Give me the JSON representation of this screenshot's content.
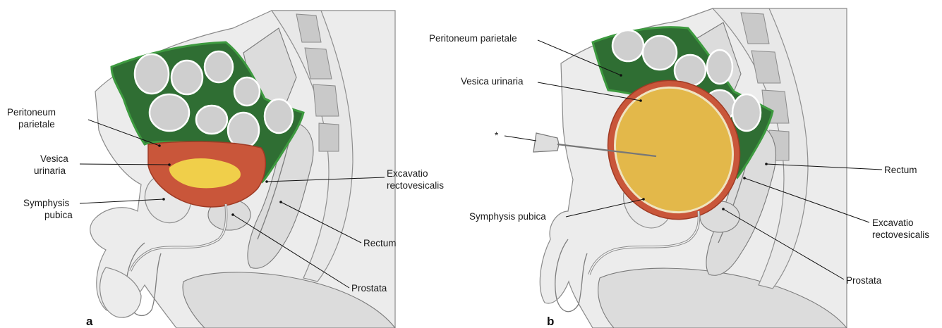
{
  "panels": [
    {
      "letter": "a",
      "labels": {
        "peritoneum_line1": "Peritoneum",
        "peritoneum_line2": "parietale",
        "vesica_line1": "Vesica",
        "vesica_line2": "urinaria",
        "symphysis_line1": "Symphysis",
        "symphysis_line2": "pubica",
        "excavatio_line1": "Excavatio",
        "excavatio_line2": "rectovesicalis",
        "rectum": "Rectum",
        "prostata": "Prostata"
      }
    },
    {
      "letter": "b",
      "labels": {
        "peritoneum": "Peritoneum parietale",
        "vesica": "Vesica urinaria",
        "asterisk": "*",
        "symphysis": "Symphysis pubica",
        "rectum": "Rectum",
        "excavatio_line1": "Excavatio",
        "excavatio_line2": "rectovesicalis",
        "prostata": "Prostata"
      }
    }
  ],
  "colors": {
    "peritoneum": "#2f6e33",
    "peritoneum_edge": "#3d9a3f",
    "bladder_wall": "#c9563a",
    "urine": "#f0cf4a",
    "tissue": "#ececec"
  }
}
